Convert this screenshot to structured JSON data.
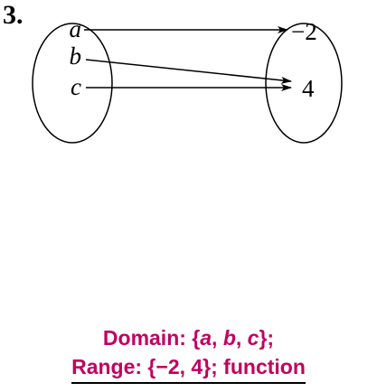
{
  "problem": {
    "number": "3."
  },
  "domain_set": {
    "elements": [
      "a",
      "b",
      "c"
    ]
  },
  "range_set": {
    "elements": [
      "−2",
      "4"
    ]
  },
  "mapping": [
    {
      "from": "a",
      "to": "−2"
    },
    {
      "from": "b",
      "to": "4"
    },
    {
      "from": "c",
      "to": "4"
    }
  ],
  "answer": {
    "domain_label": "Domain: {",
    "domain_a": "a",
    "sep1": ", ",
    "domain_b": "b",
    "sep2": ", ",
    "domain_c": "c",
    "domain_close": "};",
    "range_text": "Range: {−2, 4}; function"
  },
  "colors": {
    "answer": "#c2005f",
    "ink": "#000000"
  }
}
